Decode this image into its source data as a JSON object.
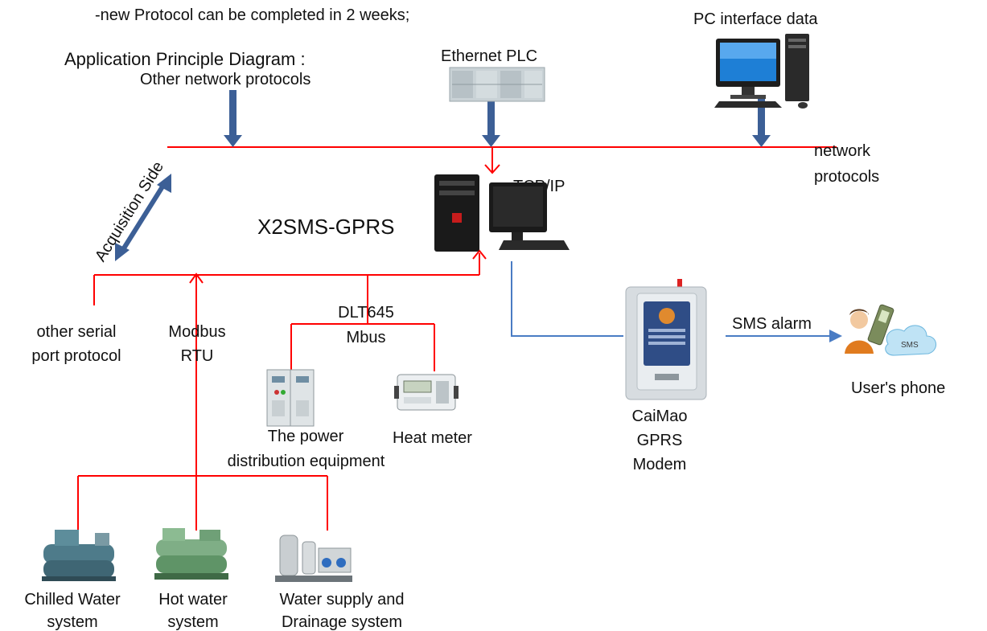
{
  "header_note": "-new Protocol can be completed in 2 weeks;",
  "title": "Application Principle Diagram :",
  "labels": {
    "other_network_protocols": "Other network protocols",
    "ethernet_plc": "Ethernet  PLC",
    "pc_interface_data": "PC interface data",
    "network_protocols_1": "network",
    "network_protocols_2": "protocols",
    "tcp_ip": "TCP/IP",
    "x2sms_gprs": "X2SMS-GPRS",
    "acquisition_side": "Acquisition Side",
    "other_serial_1": "other serial",
    "other_serial_2": "port protocol",
    "modbus_1": "Modbus",
    "modbus_2": "RTU",
    "dlt645": "DLT645",
    "mbus": "Mbus",
    "power_1": "The power",
    "power_2": "distribution equipment",
    "heat_meter": "Heat meter",
    "caimao_1": "CaiMao",
    "caimao_2": "GPRS",
    "caimao_3": "Modem",
    "sms_alarm": "SMS alarm",
    "users_phone": "User's phone",
    "sms_bubble": "SMS",
    "chilled_1": "Chilled Water",
    "chilled_2": "system",
    "hotwater_1": "Hot water",
    "hotwater_2": "system",
    "watersupply_1": "Water supply and",
    "watersupply_2": "Drainage system"
  },
  "colors": {
    "bus": "#ff0000",
    "arrow_blue": "#3c5f96",
    "modem_link": "#4a7cc4"
  },
  "icons": [
    "plc-icon",
    "pc-icon",
    "server-computer-icon",
    "gprs-modem-icon",
    "phone-user-icon",
    "power-cabinet-icon",
    "heat-meter-icon",
    "chiller-icon",
    "hot-water-unit-icon",
    "water-pump-system-icon"
  ]
}
